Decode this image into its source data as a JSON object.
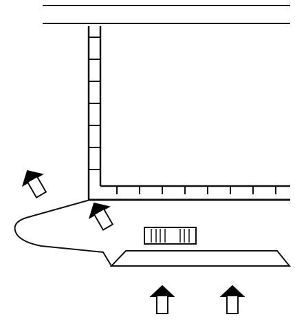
{
  "diagram": {
    "type": "line-drawing",
    "subject": "traffic-flow-road-layout",
    "colors": {
      "background": "#ffffff",
      "line": "#111111",
      "arrow_fill": "#000000",
      "arrow_shaft_fill": "#ffffff",
      "vehicle_fill": "#ffffff"
    },
    "elements": {
      "top_road_lines": 2,
      "curbs_with_ticks": 2,
      "island": "triangular-pointed-left",
      "trapezoid_island": 1,
      "vehicle": "car-top-view",
      "arrows": [
        {
          "direction": "up-left",
          "style": "solid-head-outline-shaft"
        },
        {
          "direction": "up-left",
          "style": "solid-head-outline-shaft"
        },
        {
          "direction": "up",
          "style": "solid-head-outline-shaft"
        },
        {
          "direction": "up",
          "style": "solid-head-outline-shaft"
        }
      ]
    }
  }
}
